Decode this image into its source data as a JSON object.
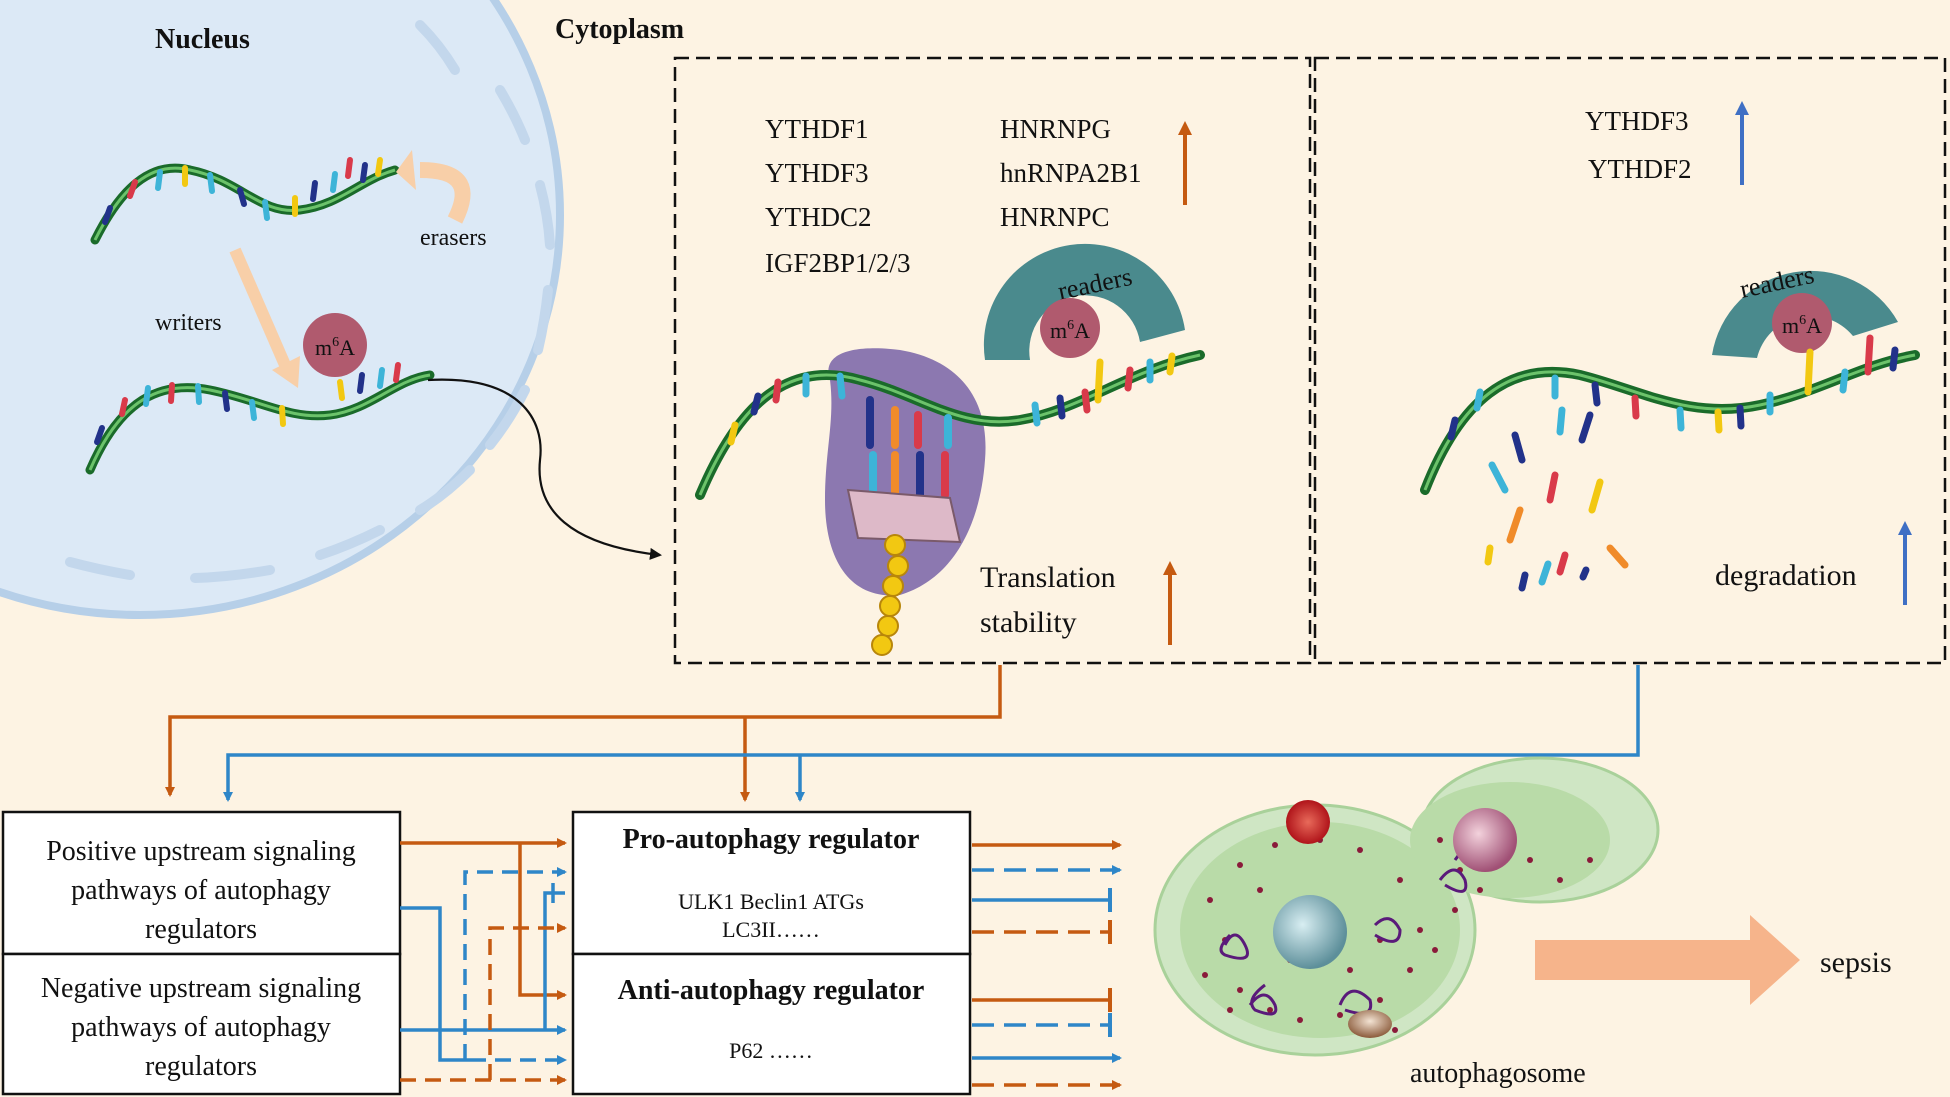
{
  "labels": {
    "nucleus": "Nucleus",
    "cytoplasm": "Cytoplasm",
    "erasers": "erasers",
    "writers": "writers",
    "m6a_base": "m",
    "m6a_sup": "6",
    "m6a_end": "A",
    "readers": "readers",
    "translation": "Translation",
    "stability": "stability",
    "degradation": "degradation",
    "autophagosome": "autophagosome",
    "sepsis": "sepsis"
  },
  "readers_up": {
    "col1": [
      "YTHDF1",
      "YTHDF3",
      "YTHDC2",
      "IGF2BP1/2/3"
    ],
    "col2": [
      "HNRNPG",
      "hnRNPA2B1",
      "HNRNPC"
    ]
  },
  "readers_down": [
    "YTHDF3",
    "YTHDF2"
  ],
  "boxes": {
    "positive_upstream": [
      "Positive upstream signaling",
      "pathways of autophagy",
      "regulators"
    ],
    "negative_upstream": [
      "Negative upstream signaling",
      "pathways of autophagy",
      "regulators"
    ],
    "pro_title": "Pro-autophagy regulator",
    "pro_items": [
      "ULK1  Beclin1  ATGs",
      "LC3II……"
    ],
    "anti_title": "Anti-autophagy regulator",
    "anti_items": [
      "P62 ……"
    ]
  },
  "colors": {
    "orange": "#c55a11",
    "blue": "#2e86c8",
    "nucleus_fill": "#dce9f6",
    "reader_teal": "#4a8a8d",
    "m6a_fill": "#b05a6e",
    "ribosome": "#8c78b0"
  }
}
